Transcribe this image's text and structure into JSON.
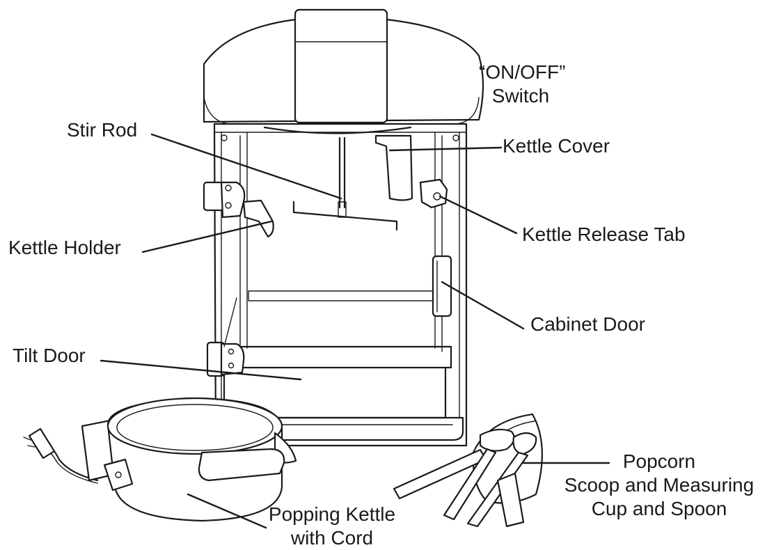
{
  "labels": {
    "on_off_switch": [
      "“ON/OFF”",
      "Switch"
    ],
    "stir_rod": "Stir Rod",
    "kettle_cover": "Kettle Cover",
    "kettle_holder": "Kettle Holder",
    "kettle_release_tab": "Kettle Release Tab",
    "cabinet_door": "Cabinet Door",
    "tilt_door": "Tilt Door",
    "popcorn_scoop": [
      "Popcorn",
      "Scoop and Measuring",
      "Cup and Spoon"
    ],
    "popping_kettle": [
      "Popping Kettle",
      "with Cord"
    ]
  },
  "colors": {
    "ink": "#1a1a1a",
    "background": "#ffffff"
  }
}
